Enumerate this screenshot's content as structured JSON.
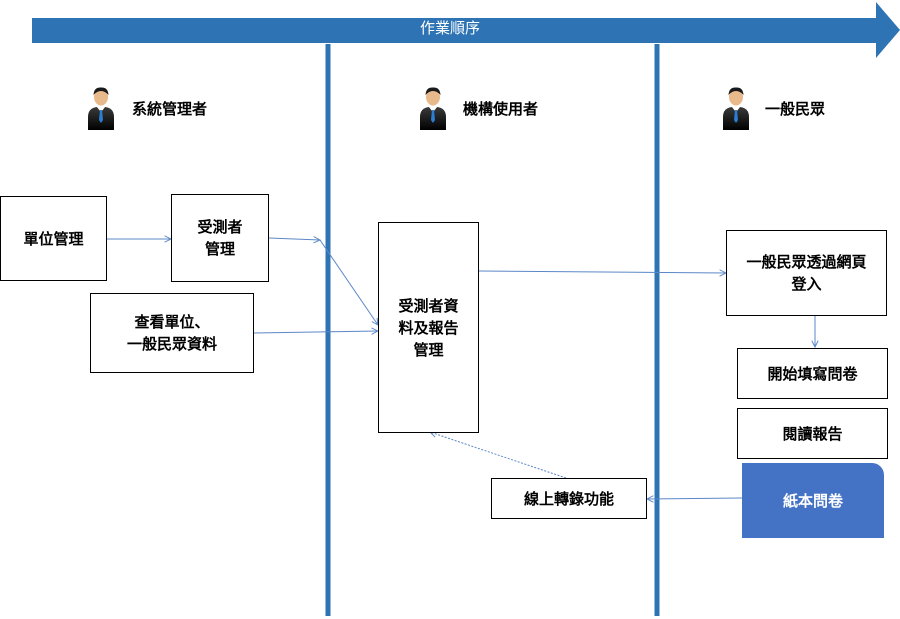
{
  "banner": {
    "label": "作業順序",
    "color": "#2e74b5"
  },
  "colors": {
    "lane_divider": "#2e74b5",
    "connector": "#5b87c7",
    "highlight_box": "#4472c4"
  },
  "actors": [
    {
      "label": "系統管理者",
      "icon": "person-icon"
    },
    {
      "label": "機構使用者",
      "icon": "person-icon"
    },
    {
      "label": "一般民眾",
      "icon": "person-icon"
    }
  ],
  "boxes": {
    "unit_mgmt": "單位管理",
    "subject_mgmt": "受測者\n管理",
    "view_data": "查看單位、\n一般民眾資料",
    "subject_report_mgmt": "受測者資\n料及報告\n管理",
    "public_login": "一般民眾透過網頁\n登入",
    "start_questionnaire": "開始填寫問卷",
    "read_report": "閱讀報告",
    "paper_questionnaire": "紙本問卷",
    "online_transcription": "線上轉錄功能"
  }
}
